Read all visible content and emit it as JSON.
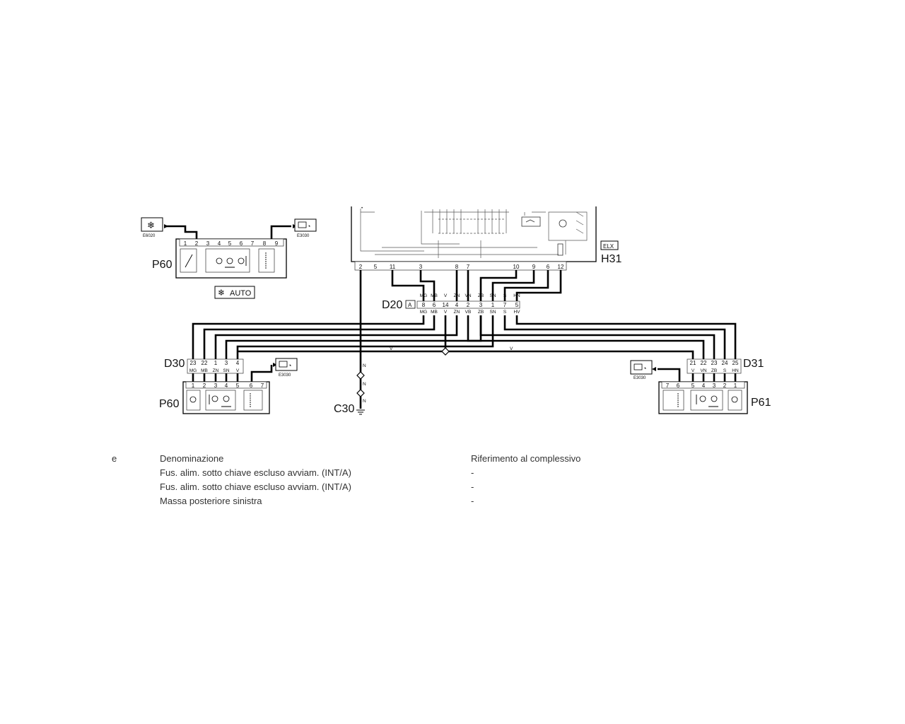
{
  "components": {
    "h31": {
      "code": "H31",
      "tag": "ELX",
      "pins": [
        "2",
        "5",
        "11",
        "3",
        "8",
        "7",
        "10",
        "9",
        "6",
        "12"
      ]
    },
    "d20": {
      "code": "D20",
      "tag": "A",
      "top_pins": [
        "8",
        "6",
        "14",
        "4",
        "2",
        "3",
        "1",
        "7",
        "5"
      ],
      "top_colors": [
        "MG",
        "MB",
        "V",
        "ZN",
        "VN",
        "ZB",
        "SN",
        "S",
        "HN"
      ],
      "bottom_colors": [
        "MG",
        "MB",
        "V",
        "ZN",
        "VB",
        "ZB",
        "SN",
        "S",
        "HV"
      ]
    },
    "d30": {
      "code": "D30",
      "pins": [
        "23",
        "22",
        "1",
        "3",
        "4"
      ],
      "colors": [
        "MG",
        "MB",
        "ZN",
        "SN",
        "V"
      ]
    },
    "d31": {
      "code": "D31",
      "pins": [
        "21",
        "22",
        "23",
        "24",
        "25"
      ],
      "colors": [
        "V",
        "VN",
        "ZB",
        "S",
        "HN"
      ]
    },
    "p60_top": {
      "code": "P60",
      "pins": [
        "1",
        "2",
        "3",
        "4",
        "5",
        "6",
        "7",
        "8",
        "9"
      ],
      "badge": "AUTO"
    },
    "p60_bottom": {
      "code": "P60",
      "pins": [
        "1",
        "2",
        "3",
        "4",
        "5",
        "6",
        "7"
      ]
    },
    "p61": {
      "code": "P61",
      "pins": [
        "7",
        "6",
        "5",
        "4",
        "3",
        "2",
        "1"
      ]
    },
    "c30": {
      "code": "C30"
    }
  },
  "references": {
    "e6020": "E6020",
    "e3030_top": "E3030",
    "e3030_p60": "E3030",
    "e3030_p61": "E3030"
  },
  "wire_labels": {
    "v_left": "V",
    "v_right": "V",
    "n1": "N",
    "n2": "N",
    "n3": "N"
  },
  "legend": {
    "col0_fragment": "e",
    "header_name": "Denominazione",
    "header_ref": "Riferimento al complessivo",
    "rows": [
      {
        "name": "Fus. alim. sotto chiave escluso avviam. (INT/A)",
        "ref": "-"
      },
      {
        "name": "Fus. alim. sotto chiave escluso avviam. (INT/A)",
        "ref": "-"
      },
      {
        "name": "Massa posteriore sinistra",
        "ref": "-"
      }
    ]
  }
}
